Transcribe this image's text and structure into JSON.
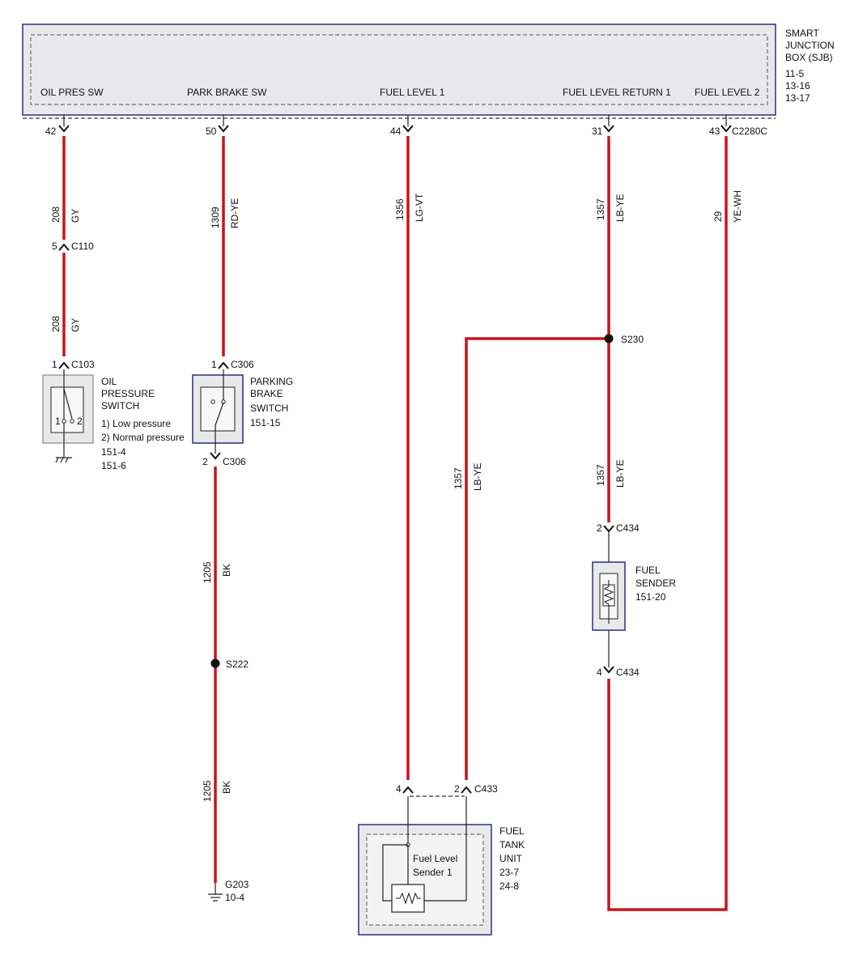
{
  "sjb": {
    "title_lines": [
      "SMART",
      "JUNCTION",
      "BOX (SJB)",
      "11-5",
      "13-16",
      "13-17"
    ],
    "pins": [
      "OIL PRES SW",
      "PARK BRAKE SW",
      "FUEL LEVEL 1",
      "FUEL LEVEL RETURN 1",
      "FUEL LEVEL 2"
    ],
    "pin_numbers": [
      "42",
      "50",
      "44",
      "31",
      "43"
    ],
    "connector": "C2280C"
  },
  "wires": {
    "w_oil_top": {
      "circuit": "208",
      "color": "GY"
    },
    "w_oil_bot": {
      "circuit": "208",
      "color": "GY"
    },
    "w_park_top": {
      "circuit": "1309",
      "color": "RD-YE"
    },
    "w_fl1": {
      "circuit": "1356",
      "color": "LG-VT"
    },
    "w_flr_top": {
      "circuit": "1357",
      "color": "LB-YE"
    },
    "w_fl2": {
      "circuit": "29",
      "color": "YE-WH"
    },
    "w_ret_mid": {
      "circuit": "1357",
      "color": "LB-YE"
    },
    "w_flr_mid": {
      "circuit": "1357",
      "color": "LB-YE"
    },
    "w_bk_1": {
      "circuit": "1205",
      "color": "BK"
    },
    "w_bk_2": {
      "circuit": "1205",
      "color": "BK"
    }
  },
  "connectors": {
    "c110": {
      "pin": "5",
      "name": "C110"
    },
    "c103": {
      "pin": "1",
      "name": "C103"
    },
    "c306a": {
      "pin": "1",
      "name": "C306"
    },
    "c306b": {
      "pin": "2",
      "name": "C306"
    },
    "c434a": {
      "pin": "2",
      "name": "C434"
    },
    "c434b": {
      "pin": "4",
      "name": "C434"
    },
    "c433a": {
      "pin": "4",
      "name": ""
    },
    "c433b": {
      "pin": "2",
      "name": "C433"
    }
  },
  "splices": {
    "s230": "S230",
    "s222": "S222"
  },
  "ground": {
    "name": "G203",
    "ref": "10-4"
  },
  "components": {
    "oil_switch": {
      "lines": [
        "OIL",
        "PRESSURE",
        "SWITCH",
        "1) Low pressure",
        "2) Normal pressure",
        "151-4",
        "151-6"
      ],
      "pin1": "1",
      "pin2": "2"
    },
    "park_switch": {
      "lines": [
        "PARKING",
        "BRAKE",
        "SWITCH",
        "151-15"
      ]
    },
    "fuel_sender": {
      "lines": [
        "FUEL",
        "SENDER",
        "151-20"
      ]
    },
    "fuel_tank": {
      "lines": [
        "FUEL",
        "TANK",
        "UNIT",
        "23-7",
        "24-8"
      ],
      "inner_lines": [
        "Fuel Level",
        "Sender 1"
      ]
    }
  },
  "colors": {
    "wire": "#c8141a",
    "box_border": "#2b2f7e"
  }
}
